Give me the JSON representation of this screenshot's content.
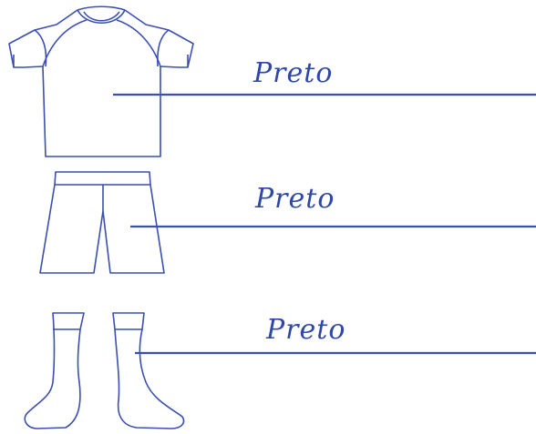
{
  "uniform": {
    "shirt": {
      "color_label": "Preto"
    },
    "shorts": {
      "color_label": "Preto"
    },
    "socks": {
      "color_label": "Preto"
    }
  },
  "colors": {
    "ink": "#2f47a8",
    "outline": "#3b4fb0",
    "background": "#ffffff"
  }
}
